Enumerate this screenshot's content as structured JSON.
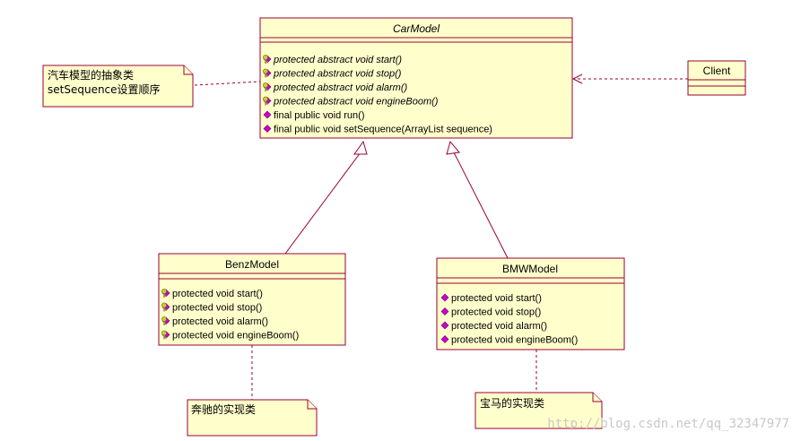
{
  "classes": {
    "carmodel": {
      "name": "CarModel",
      "operations": [
        {
          "text": "protected abstract void start()",
          "abstract": true,
          "icon": "key-diamond-icon"
        },
        {
          "text": "protected abstract void stop()",
          "abstract": true,
          "icon": "key-diamond-icon"
        },
        {
          "text": "protected abstract void alarm()",
          "abstract": true,
          "icon": "key-diamond-icon"
        },
        {
          "text": "protected abstract void engineBoom()",
          "abstract": true,
          "icon": "key-diamond-icon"
        },
        {
          "text": "final public void run()",
          "abstract": false,
          "icon": "diamond-icon"
        },
        {
          "text": "final public void setSequence(ArrayList sequence)",
          "abstract": false,
          "icon": "diamond-icon"
        }
      ]
    },
    "client": {
      "name": "Client"
    },
    "benz": {
      "name": "BenzModel",
      "operations": [
        {
          "text": "protected void start()",
          "icon": "key-diamond-icon"
        },
        {
          "text": "protected void stop()",
          "icon": "key-diamond-icon"
        },
        {
          "text": "protected void alarm()",
          "icon": "key-diamond-icon"
        },
        {
          "text": "protected void engineBoom()",
          "icon": "key-diamond-icon"
        }
      ]
    },
    "bmw": {
      "name": "BMWModel",
      "operations": [
        {
          "text": "protected void start()",
          "icon": "diamond-icon"
        },
        {
          "text": "protected void stop()",
          "icon": "diamond-icon"
        },
        {
          "text": "protected void alarm()",
          "icon": "diamond-icon"
        },
        {
          "text": "protected void engineBoom()",
          "icon": "diamond-icon"
        }
      ]
    }
  },
  "notes": {
    "carmodel_note": {
      "line1": "汽车模型的抽象类",
      "line2": "setSequence设置顺序"
    },
    "benz_note": {
      "line1": "奔驰的实现类"
    },
    "bmw_note": {
      "line1": "宝马的实现类"
    }
  },
  "watermark": "http://blog.csdn.net/qq_32347977",
  "colors": {
    "box_fill": "#ffffcc",
    "border": "#990033",
    "icon_diamond": "#cc00cc",
    "icon_key": "#999933"
  }
}
